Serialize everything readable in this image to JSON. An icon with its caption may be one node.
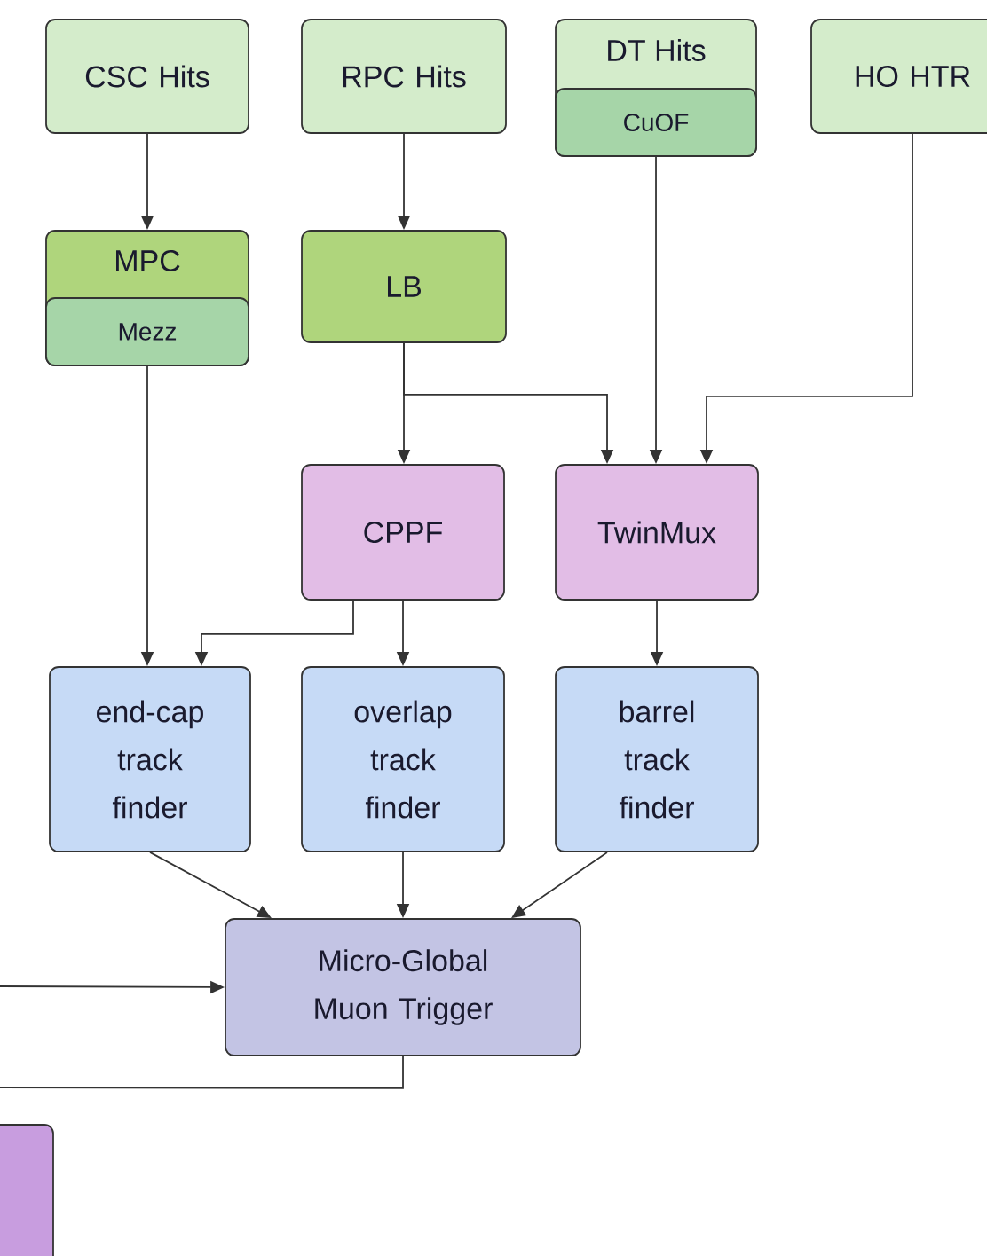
{
  "diagram": {
    "nodes": [
      {
        "text": [
          "CSC Hits"
        ]
      },
      {
        "text": [
          "RPC Hits"
        ]
      },
      {
        "text": [
          "DT Hits"
        ]
      },
      {
        "text": [
          "CuOF"
        ],
        "in": 2
      },
      {
        "text": [
          "HO HTR"
        ]
      },
      {
        "text": [
          "MPC"
        ]
      },
      {
        "text": [
          "Mezz"
        ],
        "in": 5
      },
      {
        "text": [
          "LB"
        ]
      },
      {
        "text": [
          "CPPF"
        ]
      },
      {
        "text": [
          "TwinMux"
        ]
      },
      {
        "text": [
          "end-cap track finder"
        ]
      },
      {
        "text": [
          "overlap track finder"
        ]
      },
      {
        "text": [
          "barrel track finder"
        ]
      },
      {
        "text": [
          "Micro-Global Muon Trigger"
        ]
      },
      {
        "text": [],
        "shape": "box"
      }
    ],
    "edges": [
      {
        "from": 0,
        "to": 5,
        "arrow": "to"
      },
      {
        "from": 1,
        "to": 7,
        "arrow": "to"
      },
      {
        "from": 7,
        "to": 8,
        "arrow": "to"
      },
      {
        "from": 7,
        "to": 9,
        "arrow": "to"
      },
      {
        "from": 3,
        "to": 9,
        "arrow": "to"
      },
      {
        "from": 4,
        "to": 9,
        "arrow": "to"
      },
      {
        "from": 6,
        "to": 10,
        "arrow": "to"
      },
      {
        "from": 8,
        "to": 10,
        "arrow": "to"
      },
      {
        "from": 8,
        "to": 11,
        "arrow": "to"
      },
      {
        "from": 9,
        "to": 12,
        "arrow": "to"
      },
      {
        "from": 10,
        "to": 13,
        "arrow": "to"
      },
      {
        "from": 11,
        "to": 13,
        "arrow": "to"
      },
      {
        "from": 12,
        "to": 13,
        "arrow": "to"
      },
      {
        "from": null,
        "to": 13,
        "arrow": "to"
      },
      {
        "from": 13,
        "to": null,
        "arrow": "none"
      }
    ]
  }
}
